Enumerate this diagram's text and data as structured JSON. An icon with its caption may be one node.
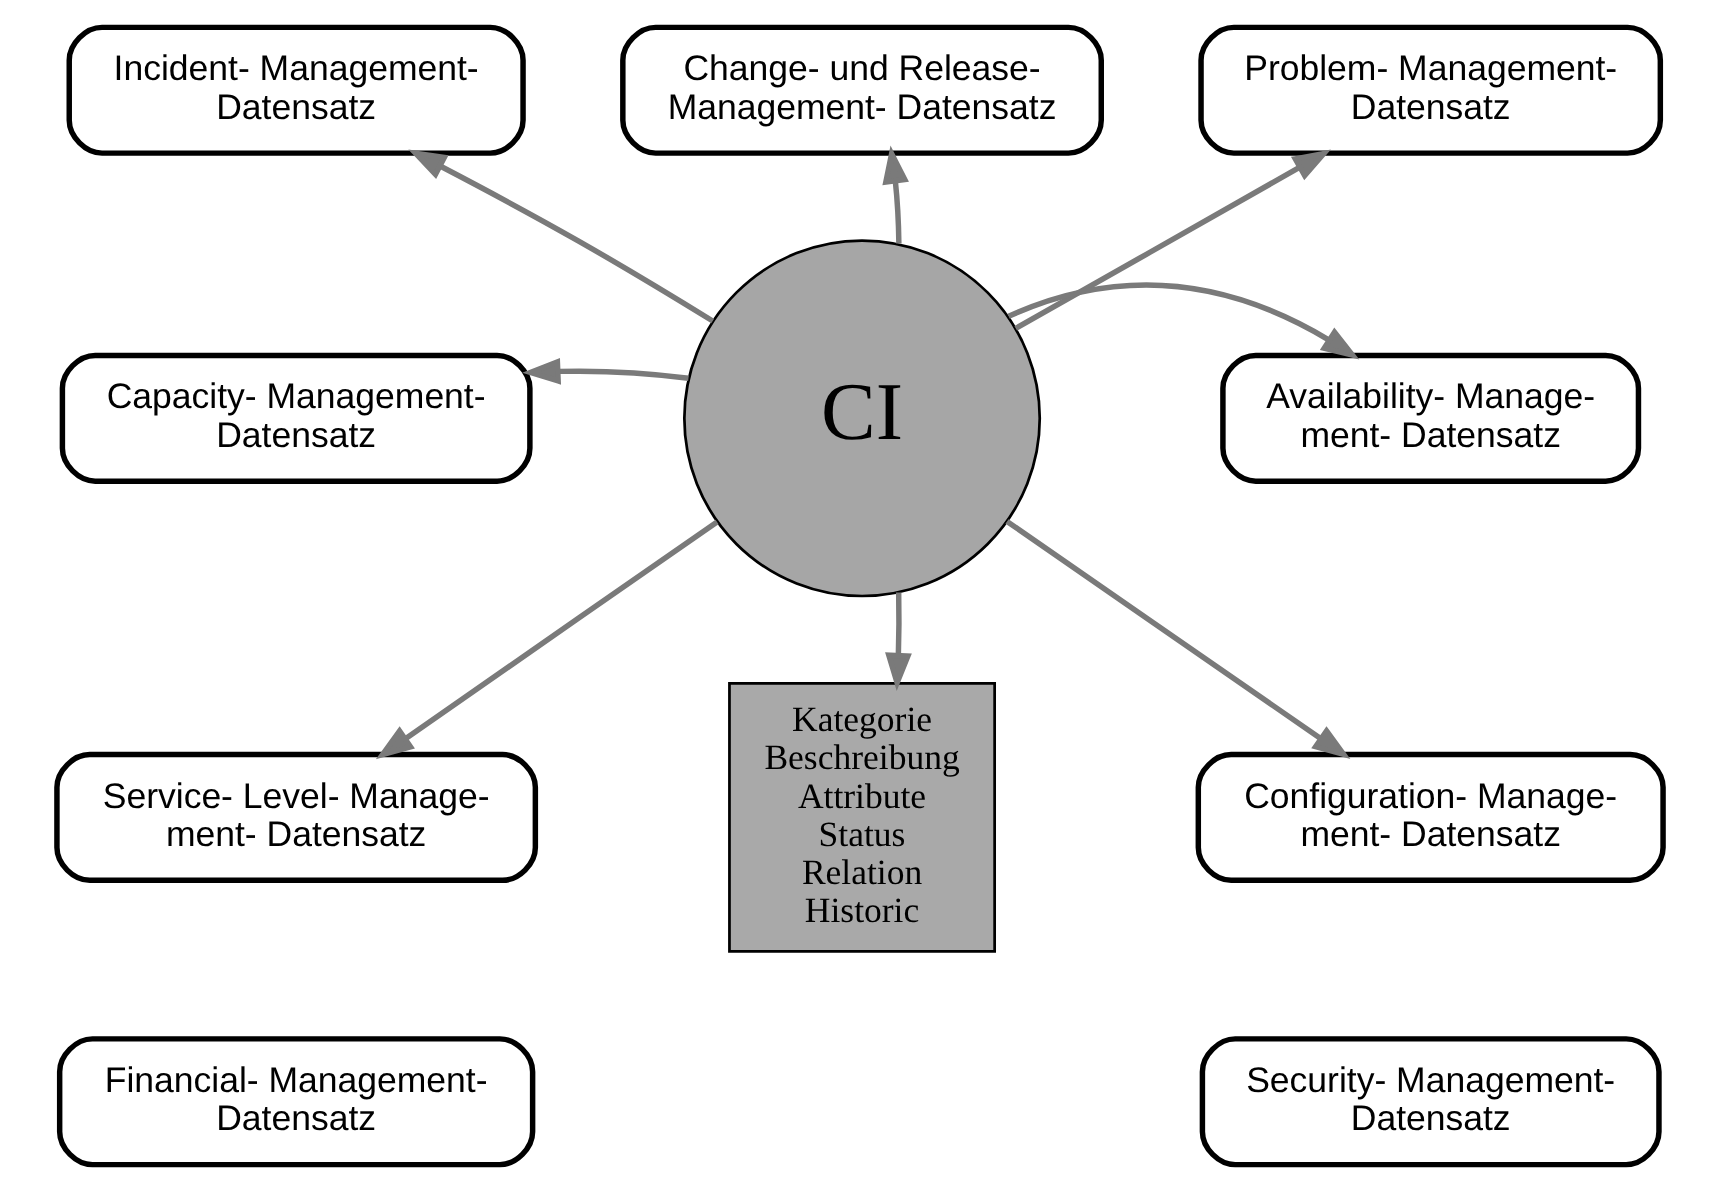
{
  "diagram": {
    "nodes": [
      {
        "text": [
          "Incident- Management- Datensatz"
        ]
      },
      {
        "text": [
          "Change- und Release- Management- Datensatz"
        ]
      },
      {
        "text": [
          "Problem- Management- Datensatz"
        ]
      },
      {
        "text": [
          "Capacity- Management- Datensatz"
        ]
      },
      {
        "text": [
          "CI"
        ]
      },
      {
        "text": [
          "Availability- Manage- ment- Datensatz"
        ]
      },
      {
        "text": [
          "Service- Level- Manage- ment- Datensatz"
        ]
      },
      {
        "text": [
          "Configuration- Manage- ment- Datensatz"
        ]
      },
      {
        "text": [
          "Kategorie",
          "Beschreibung",
          "Attribute",
          "Status",
          "Relation",
          "Historic"
        ]
      },
      {
        "text": [
          "Financial- Management- Datensatz"
        ]
      },
      {
        "text": [
          "Security- Management- Datensatz"
        ]
      }
    ],
    "edges": [
      {
        "from": 4,
        "to": 0,
        "arrow": "to"
      },
      {
        "from": 4,
        "to": 1,
        "arrow": "to"
      },
      {
        "from": 4,
        "to": 2,
        "arrow": "to"
      },
      {
        "from": 4,
        "to": 3,
        "arrow": "to"
      },
      {
        "from": 4,
        "to": 5,
        "arrow": "to"
      },
      {
        "from": 4,
        "to": 6,
        "arrow": "to"
      },
      {
        "from": 4,
        "to": 8,
        "arrow": "to"
      },
      {
        "from": 4,
        "to": 7,
        "arrow": "to"
      }
    ]
  }
}
